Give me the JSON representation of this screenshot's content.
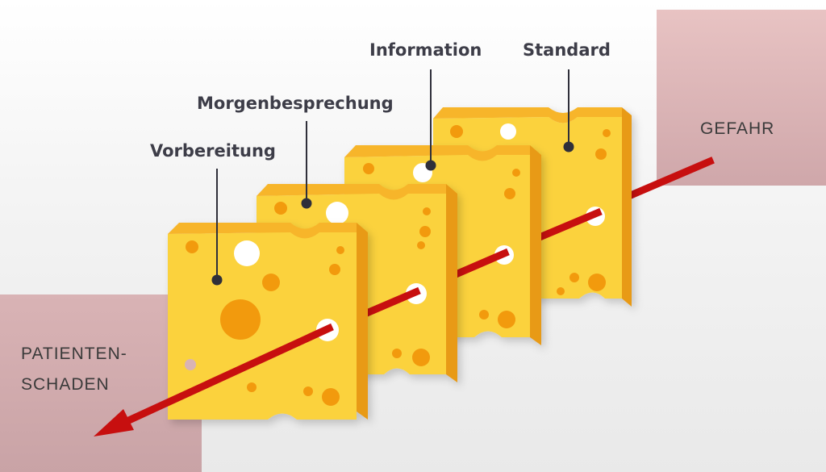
{
  "diagram": {
    "layers": [
      {
        "label": "Vorbereitung"
      },
      {
        "label": "Morgenbesprechung"
      },
      {
        "label": "Information"
      },
      {
        "label": "Standard"
      }
    ],
    "danger_label": "GEFAHR",
    "harm_label_line1": "PATIENTEN-",
    "harm_label_line2": "SCHADEN"
  },
  "colors": {
    "cheese_face": "#fbd23e",
    "cheese_top": "#f7b52c",
    "cheese_side": "#e89a17",
    "hole": "#f29a10",
    "arrow": "#c70f0f",
    "leader": "#2f2f3a",
    "corner_box": "#d4adaf"
  }
}
